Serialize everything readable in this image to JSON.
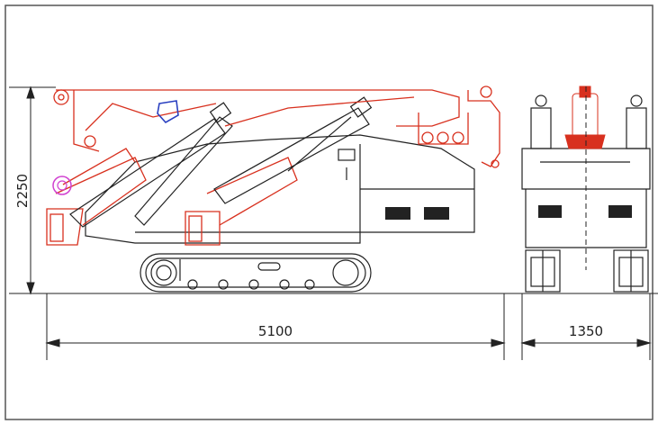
{
  "dimensions": {
    "height": "2250",
    "length": "5100",
    "width": "1350"
  },
  "colors": {
    "outline": "#d8301e",
    "dark": "#222222",
    "frame": "#555555",
    "accent_magenta": "#d040d0",
    "accent_blue": "#2a40c0"
  }
}
